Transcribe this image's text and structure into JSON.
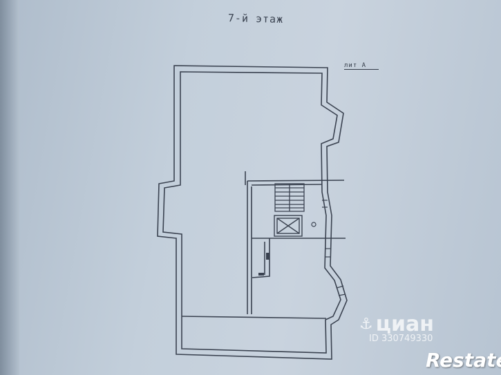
{
  "plan": {
    "floor_title": "7-й этаж",
    "building_label": "лит А"
  },
  "watermarks": {
    "cian_brand": "циан",
    "cian_id": "ID 330749330",
    "restate": "Restate"
  },
  "colors": {
    "paper": "#c3cfdb",
    "ink": "#3a4250"
  }
}
